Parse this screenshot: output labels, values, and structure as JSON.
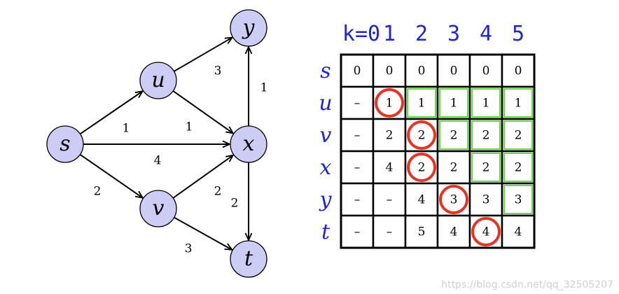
{
  "graph": {
    "nodes": [
      {
        "id": "s",
        "label": "s"
      },
      {
        "id": "u",
        "label": "u"
      },
      {
        "id": "v",
        "label": "v"
      },
      {
        "id": "x",
        "label": "x"
      },
      {
        "id": "y",
        "label": "y"
      },
      {
        "id": "t",
        "label": "t"
      }
    ],
    "edges": [
      {
        "from": "s",
        "to": "u",
        "weight": "1"
      },
      {
        "from": "s",
        "to": "x",
        "weight": "4"
      },
      {
        "from": "s",
        "to": "v",
        "weight": "2"
      },
      {
        "from": "u",
        "to": "y",
        "weight": "3"
      },
      {
        "from": "u",
        "to": "x",
        "weight": "1"
      },
      {
        "from": "v",
        "to": "x",
        "weight": "2"
      },
      {
        "from": "v",
        "to": "t",
        "weight": "3"
      },
      {
        "from": "x",
        "to": "y",
        "weight": "1"
      },
      {
        "from": "x",
        "to": "t",
        "weight": "2"
      }
    ]
  },
  "table": {
    "k_header": [
      "k=0",
      "1",
      "2",
      "3",
      "4",
      "5"
    ],
    "rows": [
      {
        "label": "s",
        "cells": [
          "0",
          "0",
          "0",
          "0",
          "0",
          "0"
        ]
      },
      {
        "label": "u",
        "cells": [
          "–",
          "1",
          "1",
          "1",
          "1",
          "1"
        ]
      },
      {
        "label": "v",
        "cells": [
          "–",
          "2",
          "2",
          "2",
          "2",
          "2"
        ]
      },
      {
        "label": "x",
        "cells": [
          "–",
          "4",
          "2",
          "2",
          "2",
          "2"
        ]
      },
      {
        "label": "y",
        "cells": [
          "–",
          "–",
          "4",
          "3",
          "3",
          "3"
        ]
      },
      {
        "label": "t",
        "cells": [
          "–",
          "–",
          "5",
          "4",
          "4",
          "4"
        ]
      }
    ],
    "circled": [
      [
        1,
        1
      ],
      [
        2,
        2
      ],
      [
        3,
        2
      ],
      [
        4,
        3
      ],
      [
        5,
        4
      ]
    ],
    "colors": {
      "header": "#1f24d6",
      "circle": "#e53424",
      "green_border": "#66dd44",
      "node_fill": "#ccccf5"
    }
  },
  "watermark": "https://blog.csdn.net/qq_32505207"
}
